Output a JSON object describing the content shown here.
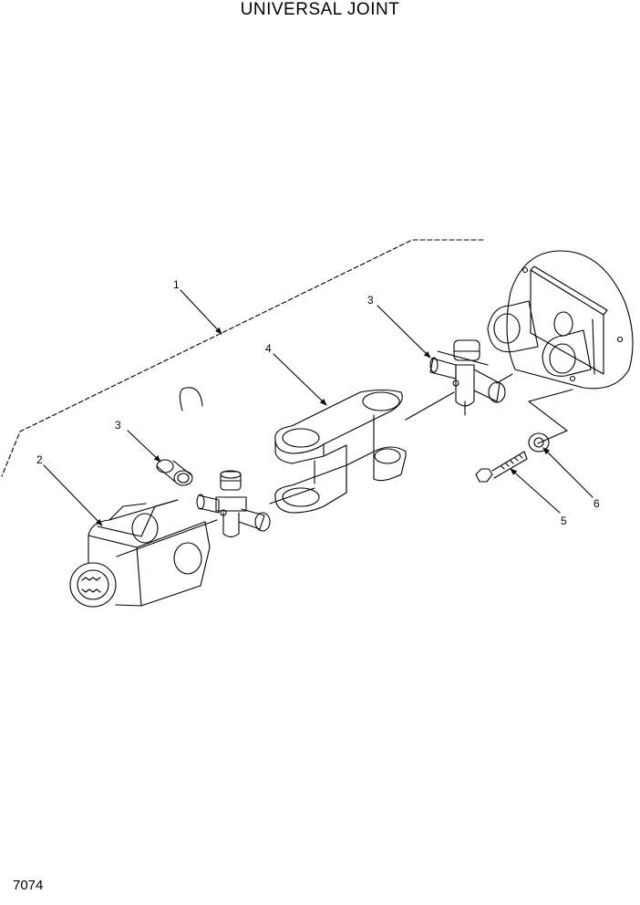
{
  "page": {
    "title": "UNIVERSAL JOINT",
    "page_number": "7074"
  },
  "callouts": [
    "1",
    "2",
    "3",
    "4",
    "3",
    "5",
    "6"
  ],
  "colors": {
    "line": "#000000",
    "background": "#ffffff"
  }
}
